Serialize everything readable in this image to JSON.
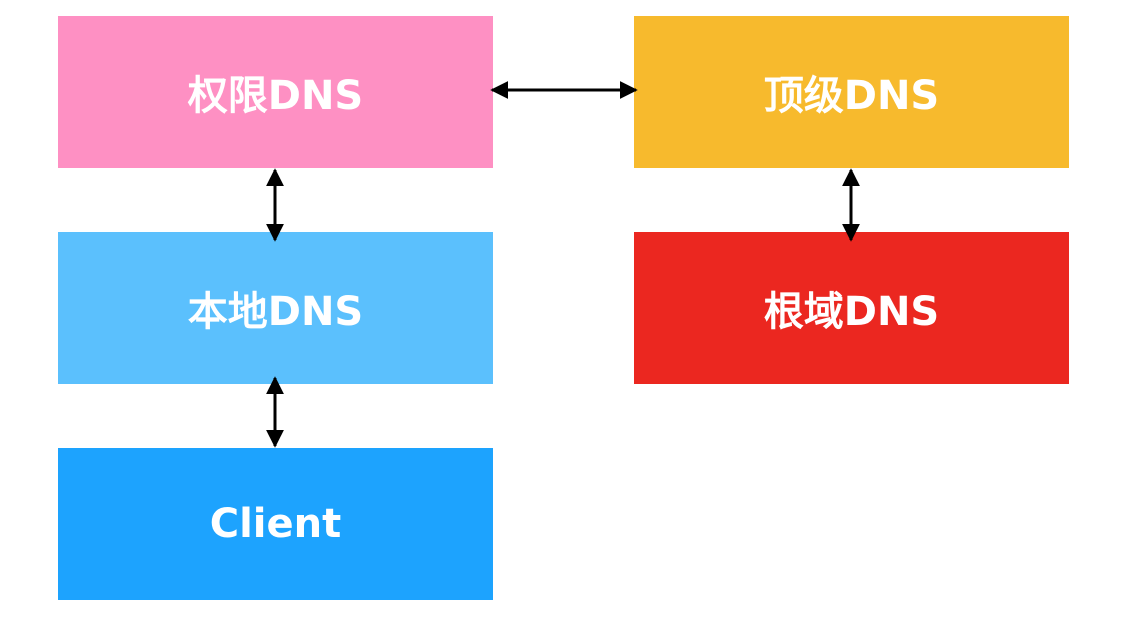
{
  "nodes": {
    "authoritative": {
      "label": "权限DNS",
      "color": "#fe90c3"
    },
    "tld": {
      "label": "顶级DNS",
      "color": "#f7ba2d"
    },
    "local": {
      "label": "本地DNS",
      "color": "#5bc0fd"
    },
    "root": {
      "label": "根域DNS",
      "color": "#eb2720"
    },
    "client": {
      "label": "Client",
      "color": "#1da3fe"
    }
  },
  "edges": [
    {
      "from": "authoritative",
      "to": "tld",
      "bidirectional": true
    },
    {
      "from": "tld",
      "to": "root",
      "bidirectional": true
    },
    {
      "from": "authoritative",
      "to": "local",
      "bidirectional": true
    },
    {
      "from": "local",
      "to": "client",
      "bidirectional": true
    }
  ],
  "arrow_color": "#000000"
}
